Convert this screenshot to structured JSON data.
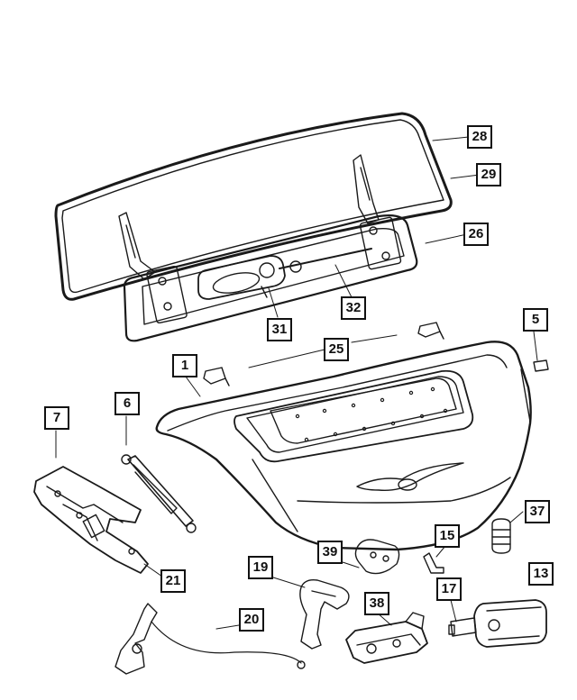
{
  "callouts": {
    "c28": "28",
    "c29": "29",
    "c26": "26",
    "c32": "32",
    "c31": "31",
    "c25": "25",
    "c5": "5",
    "c1": "1",
    "c6": "6",
    "c7": "7",
    "c37": "37",
    "c15": "15",
    "c39": "39",
    "c13": "13",
    "c21": "21",
    "c19": "19",
    "c17": "17",
    "c38": "38",
    "c20": "20"
  }
}
